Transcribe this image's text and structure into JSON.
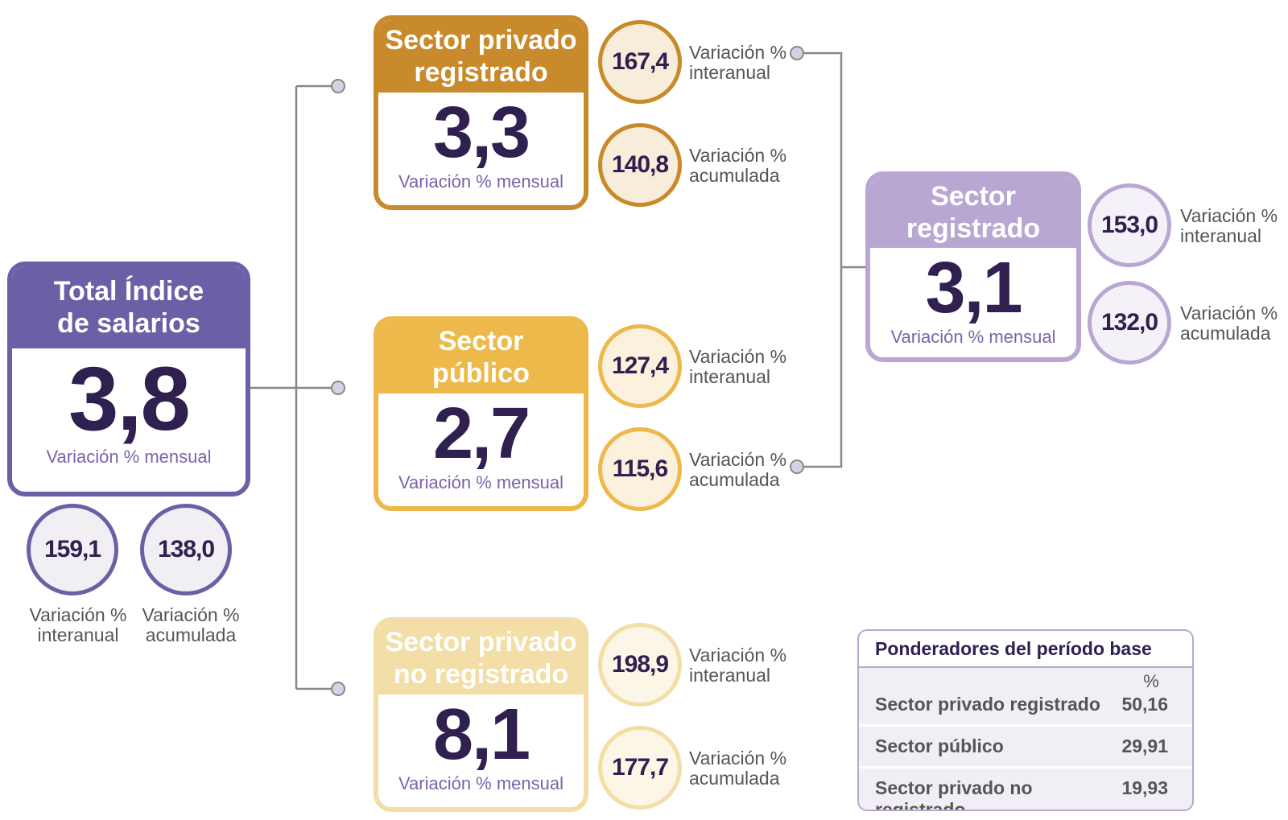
{
  "total": {
    "title": "Total Índice\nde salarios",
    "value": "3,8",
    "sub": "Variación % mensual",
    "interanual": "159,1",
    "acumulada": "138,0",
    "lbl_interanual": "Variación %\ninteranual",
    "lbl_acumulada": "Variación %\nacumulada"
  },
  "privado_registrado": {
    "title": "Sector privado\nregistrado",
    "value": "3,3",
    "sub": "Variación % mensual",
    "interanual": "167,4",
    "acumulada": "140,8",
    "lbl_interanual": "Variación %\ninteranual",
    "lbl_acumulada": "Variación %\nacumulada"
  },
  "publico": {
    "title": "Sector\npúblico",
    "value": "2,7",
    "sub": "Variación % mensual",
    "interanual": "127,4",
    "acumulada": "115,6",
    "lbl_interanual": "Variación %\ninteranual",
    "lbl_acumulada": "Variación %\nacumulada"
  },
  "privado_no_registrado": {
    "title": "Sector privado\nno registrado",
    "value": "8,1",
    "sub": "Variación % mensual",
    "interanual": "198,9",
    "acumulada": "177,7",
    "lbl_interanual": "Variación %\ninteranual",
    "lbl_acumulada": "Variación %\nacumulada"
  },
  "registrado": {
    "title": "Sector\nregistrado",
    "value": "3,1",
    "sub": "Variación % mensual",
    "interanual": "153,0",
    "acumulada": "132,0",
    "lbl_interanual": "Variación %\ninteranual",
    "lbl_acumulada": "Variación %\nacumulada"
  },
  "ponderadores": {
    "title": "Ponderadores del período base",
    "unit": "%",
    "rows": [
      {
        "label": "Sector privado registrado",
        "value": "50,16"
      },
      {
        "label": "Sector público",
        "value": "29,91"
      },
      {
        "label": "Sector privado no registrado",
        "value": "19,93"
      }
    ]
  },
  "colors": {
    "total": "#6d5fa6",
    "privado_registrado": "#c88a2a",
    "publico": "#ecb94a",
    "privado_no_registrado": "#f2dea6",
    "registrado": "#b9a7d3",
    "connector": "#888888",
    "node": "#d9cfe6"
  }
}
